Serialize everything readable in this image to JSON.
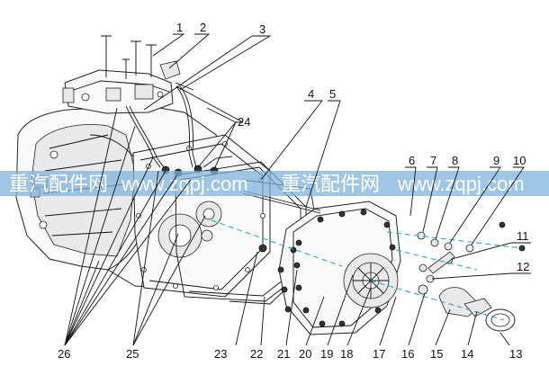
{
  "watermark": {
    "cn_left": "重汽配件网",
    "url_left": "www.zqpj.com",
    "cn_right": "重汽配件网",
    "url_right": "www.zqpj.com",
    "band_color": "#7fb3db"
  },
  "callouts": {
    "c1": "1",
    "c2": "2",
    "c3": "3",
    "c4": "4",
    "c5": "5",
    "c6": "6",
    "c7": "7",
    "c8": "8",
    "c9": "9",
    "c10": "10",
    "c11": "11",
    "c12": "12",
    "c13": "13",
    "c14": "14",
    "c15": "15",
    "c16": "16",
    "c17": "17",
    "c18": "18",
    "c19": "19",
    "c20": "20",
    "c21": "21",
    "c22": "22",
    "c23": "23",
    "c24": "24",
    "c25": "25",
    "c26": "26"
  }
}
